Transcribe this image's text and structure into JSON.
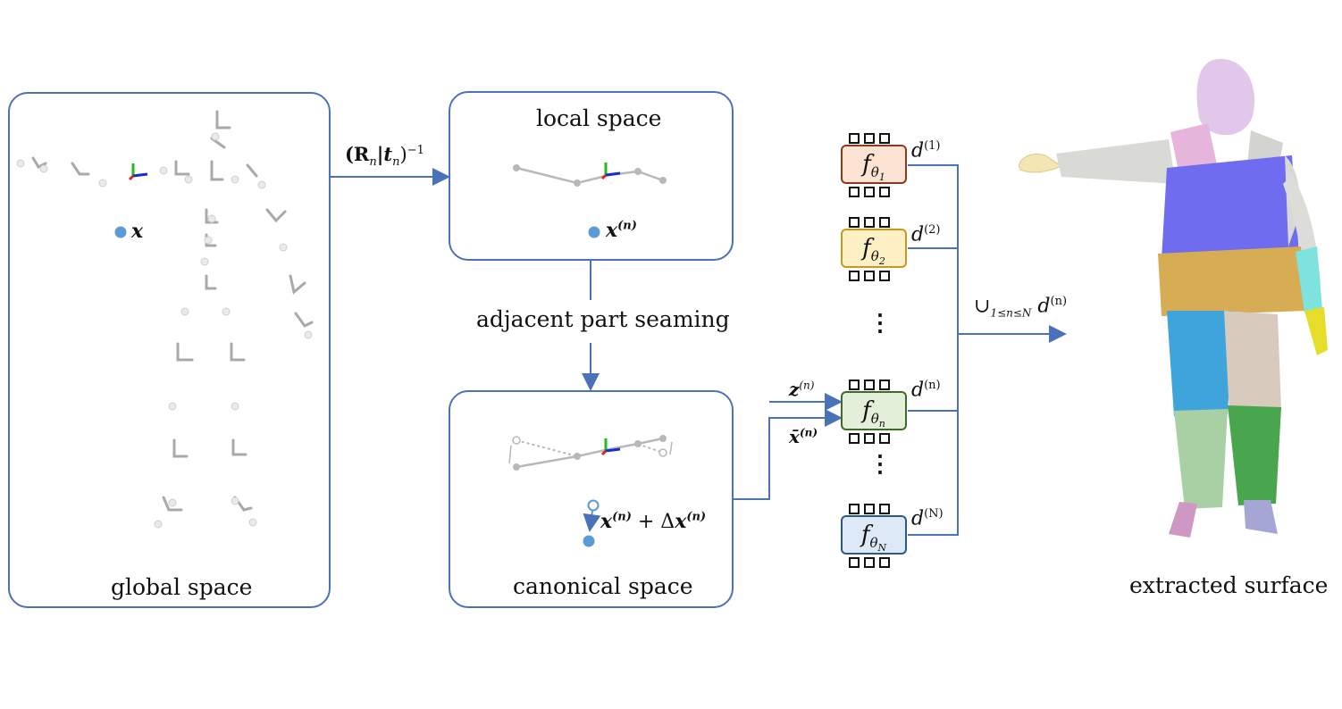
{
  "panels": {
    "global": {
      "label": "global space",
      "point": "x"
    },
    "local": {
      "label": "local space",
      "point": "x",
      "point_sup": "(n)"
    },
    "canonical": {
      "label": "canonical space",
      "point": "x",
      "point_sup": "(n)",
      "plus": " + Δ",
      "delta_var": "x",
      "delta_sup": "(n)"
    }
  },
  "transform": {
    "text": "(R",
    "sub": "n",
    "mid": "|t",
    "sub2": "n",
    "close": ")",
    "sup": "−1"
  },
  "seaming": "adjacent part seaming",
  "inputs": {
    "z": "z",
    "z_sup": "(n)",
    "xbar": "x̄",
    "xbar_sup": "(n)"
  },
  "networks": [
    {
      "f": "f",
      "theta": "θ",
      "idx": "1",
      "out": "d",
      "out_sup": "(1)",
      "fill": "#fbe2d3",
      "stroke": "#8a3b1c"
    },
    {
      "f": "f",
      "theta": "θ",
      "idx": "2",
      "out": "d",
      "out_sup": "(2)",
      "fill": "#fdf0c4",
      "stroke": "#c59a1e"
    },
    {
      "f": "f",
      "theta": "θ",
      "idx": "n",
      "out": "d",
      "out_sup": "(n)",
      "fill": "#e3efd8",
      "stroke": "#3d6b2a"
    },
    {
      "f": "f",
      "theta": "θ",
      "idx": "N",
      "out": "d",
      "out_sup": "(N)",
      "fill": "#dde9f6",
      "stroke": "#2c5a85"
    }
  ],
  "vdots": "⋮",
  "union": {
    "symbol": "∪",
    "sub": "1≤n≤N",
    "d": "d",
    "sup": "(n)"
  },
  "output_label": "extracted surface",
  "colors": {
    "frame": "#4a72b8",
    "point": "#5b9bd5"
  }
}
